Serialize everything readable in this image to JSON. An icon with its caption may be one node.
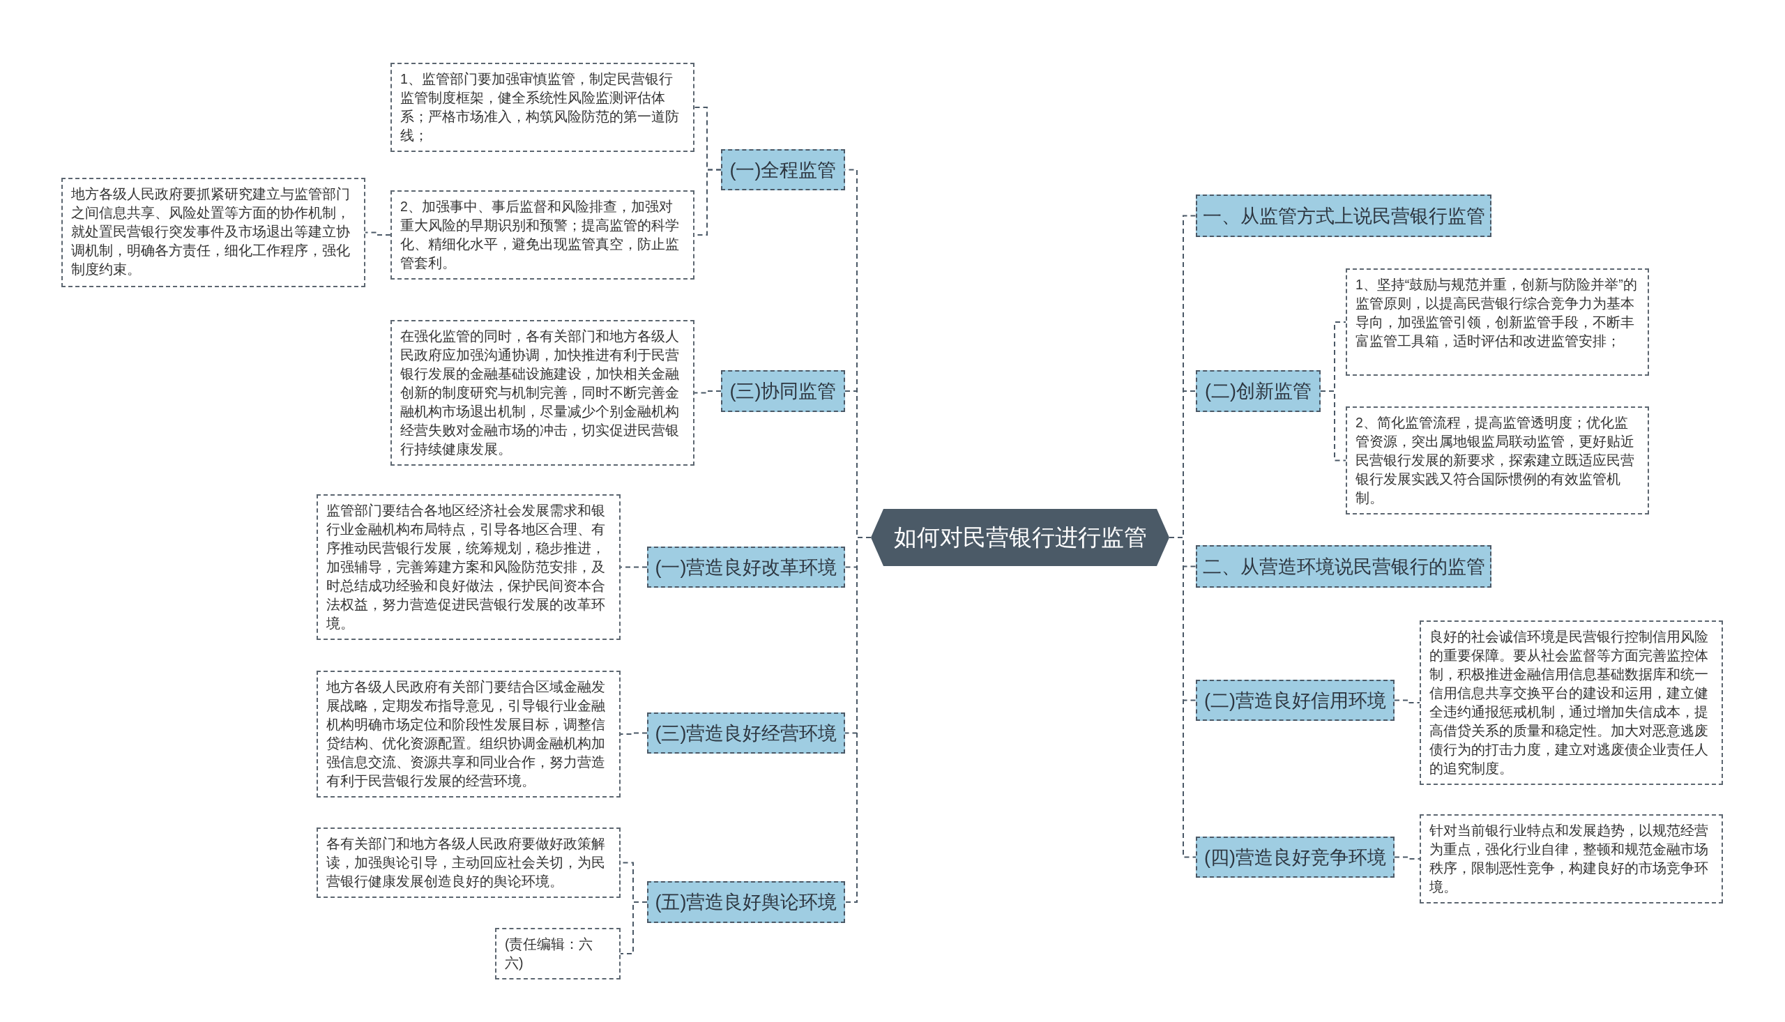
{
  "diagram": {
    "nodes": [
      {
        "text": [
          "如何对民营银行进行监管"
        ]
      },
      {
        "text": [
          "(一)全程监管"
        ]
      },
      {
        "text": [
          "1、监管部门要加强审慎监管，制定民营银行监管制度框架，健全系统性风险监测评估体系；严格市场准入，构筑风险防范的第一道防线；"
        ]
      },
      {
        "text": [
          "2、加强事中、事后监督和风险排查，加强对重大风险的早期识别和预警；提高监管的科学化、精细化水平，避免出现监管真空，防止监管套利。"
        ]
      },
      {
        "text": [
          "地方各级人民政府要抓紧研究建立与监管部门之间信息共享、风险处置等方面的协作机制，就处置民营银行突发事件及市场退出等建立协调机制，明确各方责任，细化工作程序，强化制度约束。"
        ]
      },
      {
        "text": [
          "(三)协同监管"
        ]
      },
      {
        "text": [
          "在强化监管的同时，各有关部门和地方各级人民政府应加强沟通协调，加快推进有利于民营银行发展的金融基础设施建设，加快相关金融创新的制度研究与机制完善，同时不断完善金融机构市场退出机制，尽量减少个别金融机构经营失败对金融市场的冲击，切实促进民营银行持续健康发展。"
        ]
      },
      {
        "text": [
          "(一)营造良好改革环境"
        ]
      },
      {
        "text": [
          "监管部门要结合各地区经济社会发展需求和银行业金融机构布局特点，引导各地区合理、有序推动民营银行发展，统筹规划，稳步推进，加强辅导，完善筹建方案和风险防范安排，及时总结成功经验和良好做法，保护民间资本合法权益，努力营造促进民营银行发展的改革环境。"
        ]
      },
      {
        "text": [
          "(三)营造良好经营环境"
        ]
      },
      {
        "text": [
          "地方各级人民政府有关部门要结合区域金融发展战略，定期发布指导意见，引导银行业金融机构明确市场定位和阶段性发展目标，调整信贷结构、优化资源配置。组织协调金融机构加强信息交流、资源共享和同业合作，努力营造有利于民营银行发展的经营环境。"
        ]
      },
      {
        "text": [
          "(五)营造良好舆论环境"
        ]
      },
      {
        "text": [
          "各有关部门和地方各级人民政府要做好政策解读，加强舆论引导，主动回应社会关切，为民营银行健康发展创造良好的舆论环境。"
        ]
      },
      {
        "text": [
          "(责任编辑：六六)"
        ]
      },
      {
        "text": [
          "一、从监管方式上说民营银行监管"
        ]
      },
      {
        "text": [
          "(二)创新监管"
        ]
      },
      {
        "text": [
          "1、坚持“鼓励与规范并重，创新与防险并举”的监管原则，以提高民营银行综合竞争力为基本导向，加强监管引领，创新监管手段，不断丰富监管工具箱，适时评估和改进监管安排；"
        ]
      },
      {
        "text": [
          "2、简化监管流程，提高监管透明度；优化监管资源，突出属地银监局联动监管，更好贴近民营银行发展的新要求，探索建立既适应民营银行发展实践又符合国际惯例的有效监管机制。"
        ]
      },
      {
        "text": [
          "二、从营造环境说民营银行的监管"
        ]
      },
      {
        "text": [
          "(二)营造良好信用环境"
        ]
      },
      {
        "text": [
          "良好的社会诚信环境是民营银行控制信用风险的重要保障。要从社会监督等方面完善监控体制，积极推进金融信用信息基础数据库和统一信用信息共享交换平台的建设和运用，建立健全违约通报惩戒机制，通过增加失信成本，提高借贷关系的质量和稳定性。加大对恶意逃废债行为的打击力度，建立对逃废债企业责任人的追究制度。"
        ]
      },
      {
        "text": [
          "(四)营造良好竞争环境"
        ]
      },
      {
        "text": [
          "针对当前银行业特点和发展趋势，以规范经营为重点，强化行业自律，整顿和规范金融市场秩序，限制恶性竞争，构建良好的市场竞争环境。"
        ]
      }
    ],
    "edges": [
      {
        "from": 0,
        "to": 1,
        "arrow": "none"
      },
      {
        "from": 1,
        "to": 2,
        "arrow": "none"
      },
      {
        "from": 1,
        "to": 3,
        "arrow": "none"
      },
      {
        "from": 3,
        "to": 4,
        "arrow": "none"
      },
      {
        "from": 0,
        "to": 5,
        "arrow": "none"
      },
      {
        "from": 5,
        "to": 6,
        "arrow": "none"
      },
      {
        "from": 0,
        "to": 7,
        "arrow": "none"
      },
      {
        "from": 7,
        "to": 8,
        "arrow": "none"
      },
      {
        "from": 0,
        "to": 9,
        "arrow": "none"
      },
      {
        "from": 9,
        "to": 10,
        "arrow": "none"
      },
      {
        "from": 0,
        "to": 11,
        "arrow": "none"
      },
      {
        "from": 11,
        "to": 12,
        "arrow": "none"
      },
      {
        "from": 11,
        "to": 13,
        "arrow": "none"
      },
      {
        "from": 0,
        "to": 14,
        "arrow": "none"
      },
      {
        "from": 0,
        "to": 15,
        "arrow": "none"
      },
      {
        "from": 15,
        "to": 16,
        "arrow": "none"
      },
      {
        "from": 15,
        "to": 17,
        "arrow": "none"
      },
      {
        "from": 0,
        "to": 18,
        "arrow": "none"
      },
      {
        "from": 0,
        "to": 19,
        "arrow": "none"
      },
      {
        "from": 19,
        "to": 20,
        "arrow": "none"
      },
      {
        "from": 0,
        "to": 21,
        "arrow": "none"
      },
      {
        "from": 21,
        "to": 22,
        "arrow": "none"
      }
    ]
  }
}
